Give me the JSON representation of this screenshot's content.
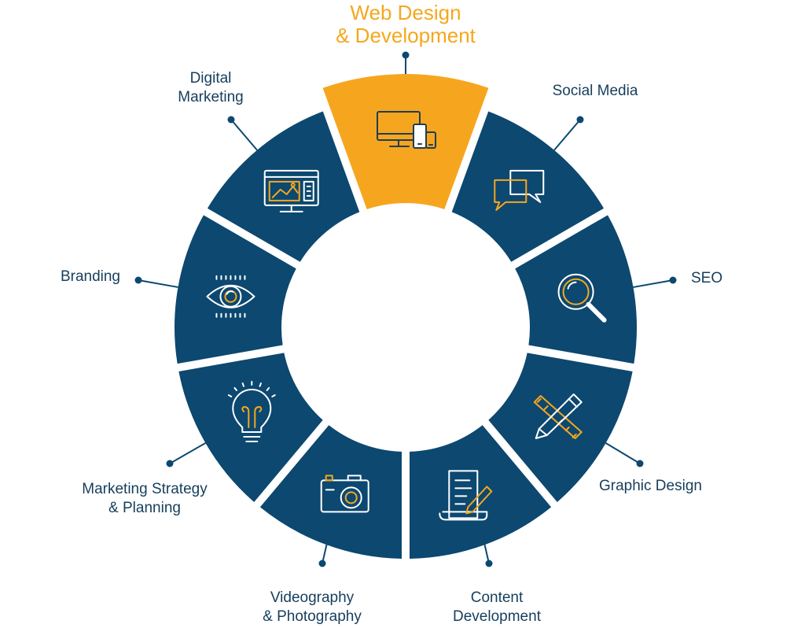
{
  "colors": {
    "segment": "#0c4870",
    "highlight": "#f6a61e",
    "label": "#163e5c",
    "label_highlight": "#f4a81d",
    "icon_line": "#ffffff",
    "icon_accent": "#f6a61e"
  },
  "services": [
    {
      "id": "web-design-development",
      "lines": [
        "Web Design",
        "& Development"
      ],
      "icon": "desktop-and-mobile-icon",
      "highlighted": true
    },
    {
      "id": "social-media",
      "lines": [
        "Social Media"
      ],
      "icon": "chat-bubbles-icon",
      "highlighted": false
    },
    {
      "id": "seo",
      "lines": [
        "SEO"
      ],
      "icon": "magnifier-icon",
      "highlighted": false
    },
    {
      "id": "graphic-design",
      "lines": [
        "Graphic Design"
      ],
      "icon": "ruler-pencil-icon",
      "highlighted": false
    },
    {
      "id": "content-development",
      "lines": [
        "Content",
        "Development"
      ],
      "icon": "document-pen-icon",
      "highlighted": false
    },
    {
      "id": "videography-photography",
      "lines": [
        "Videography",
        "& Photography"
      ],
      "icon": "camera-icon",
      "highlighted": false
    },
    {
      "id": "marketing-strategy-planning",
      "lines": [
        "Marketing Strategy",
        "& Planning"
      ],
      "icon": "lightbulb-icon",
      "highlighted": false
    },
    {
      "id": "branding",
      "lines": [
        "Branding"
      ],
      "icon": "eye-icon",
      "highlighted": false
    },
    {
      "id": "digital-marketing",
      "lines": [
        "Digital",
        "Marketing"
      ],
      "icon": "monitor-chart-icon",
      "highlighted": false
    }
  ]
}
